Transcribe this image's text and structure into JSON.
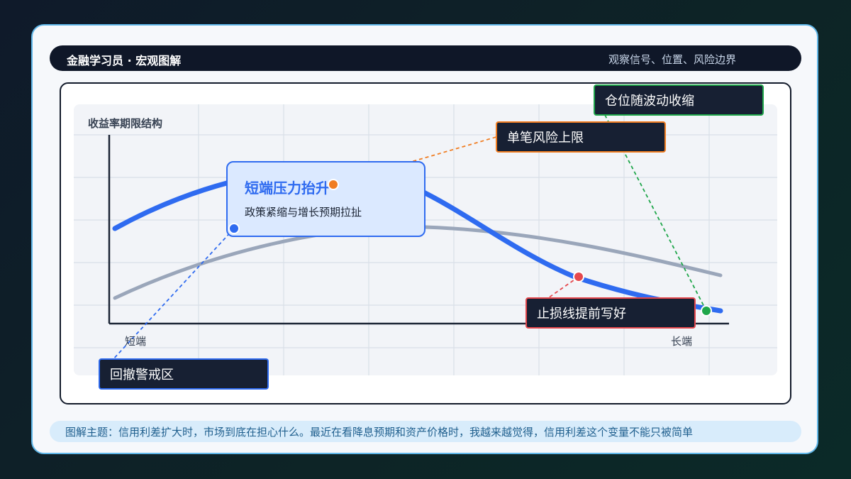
{
  "header": {
    "title": "金融学习员 · 宏观图解",
    "subtitle": "观察信号、位置、风险边界"
  },
  "chart": {
    "y_axis_title": "收益率期限结构",
    "x_ticks": [
      "短端",
      "长端"
    ]
  },
  "focus": {
    "title": "短端压力抬升",
    "subtitle": "政策紧缩与增长预期拉扯"
  },
  "callouts": {
    "risk_cap": "单笔风险上限",
    "position_shrink": "仓位随波动收缩",
    "stop_loss": "止损线提前写好",
    "pullback_zone": "回撤警戒区"
  },
  "footer": {
    "text": "图解主题：信用利差扩大时，市场到底在担心什么。最近在看降息预期和资产价格时，我越来越觉得，信用利差这个变量不能只被简单"
  },
  "colors": {
    "primary_curve": "#2f6bf0",
    "secondary_curve": "#9aa6ba",
    "orange": "#f07d22",
    "green": "#1fa64a",
    "red": "#e5484d",
    "blue": "#2f6bf0"
  }
}
